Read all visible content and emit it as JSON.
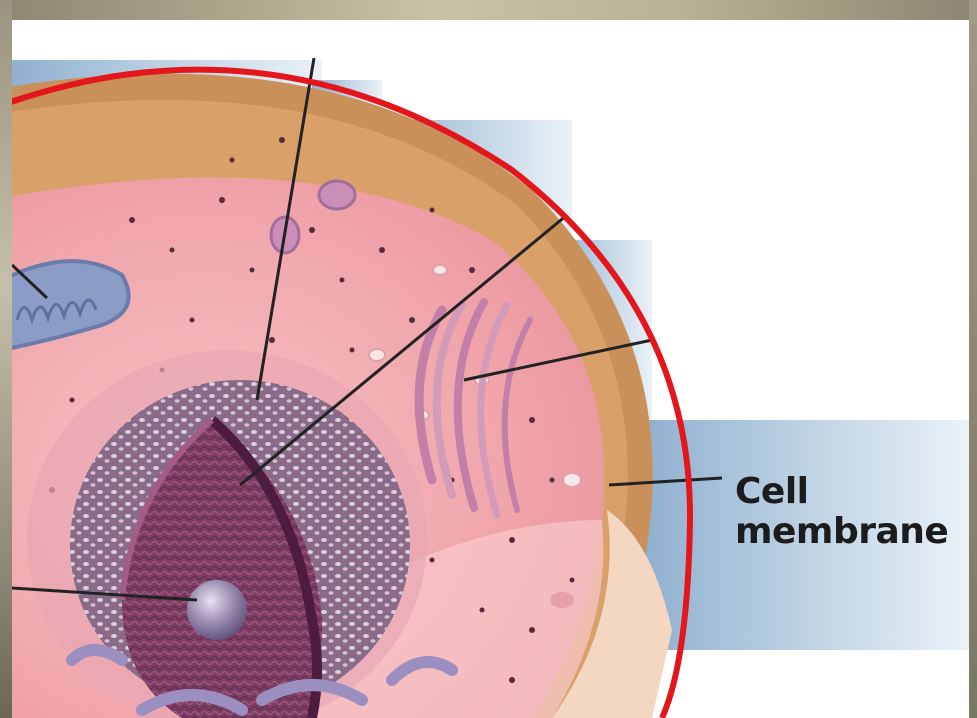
{
  "diagram": {
    "labels": [
      {
        "id": "cell-membrane",
        "lines": [
          "Cell",
          "membrane"
        ]
      }
    ],
    "colors": {
      "highlight_ring": "#e3171b",
      "cytoplasm": "#f2a3a8",
      "membrane": "#c48a55",
      "nucleus": "#7a3a6a",
      "background_panel": "#b7cde0"
    }
  }
}
